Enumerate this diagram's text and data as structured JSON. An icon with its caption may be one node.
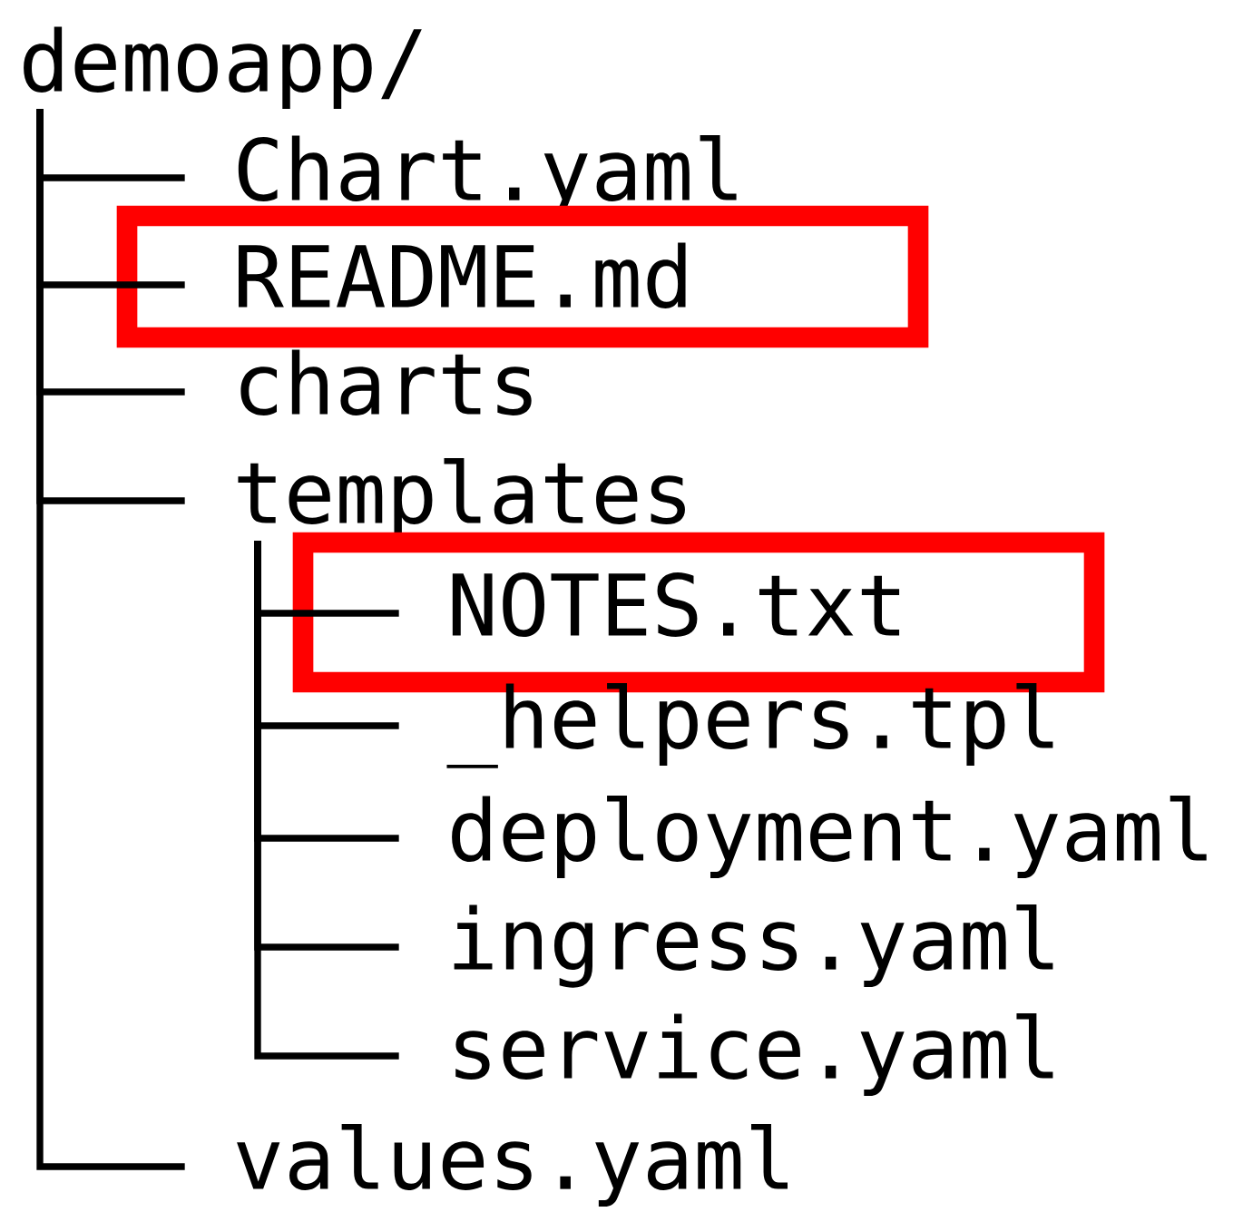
{
  "diagram": {
    "nodes": [
      {
        "text": [
          "demoapp/"
        ]
      },
      {
        "text": [
          "Chart.yaml"
        ]
      },
      {
        "text": [
          "README.md"
        ]
      },
      {
        "text": [
          "charts"
        ]
      },
      {
        "text": [
          "templates"
        ]
      },
      {
        "text": [
          "NOTES.txt"
        ]
      },
      {
        "text": [
          "_helpers.tpl"
        ]
      },
      {
        "text": [
          "deployment.yaml"
        ]
      },
      {
        "text": [
          "ingress.yaml"
        ]
      },
      {
        "text": [
          "service.yaml"
        ]
      },
      {
        "text": [
          "values.yaml"
        ]
      }
    ],
    "edges": [
      {
        "from": 0,
        "to": 1,
        "arrow": "none"
      },
      {
        "from": 0,
        "to": 2,
        "arrow": "none"
      },
      {
        "from": 0,
        "to": 3,
        "arrow": "none"
      },
      {
        "from": 0,
        "to": 4,
        "arrow": "none"
      },
      {
        "from": 4,
        "to": 5,
        "arrow": "none"
      },
      {
        "from": 4,
        "to": 6,
        "arrow": "none"
      },
      {
        "from": 4,
        "to": 7,
        "arrow": "none"
      },
      {
        "from": 4,
        "to": 8,
        "arrow": "none"
      },
      {
        "from": 4,
        "to": 9,
        "arrow": "none"
      },
      {
        "from": 0,
        "to": 10,
        "arrow": "none"
      }
    ]
  }
}
